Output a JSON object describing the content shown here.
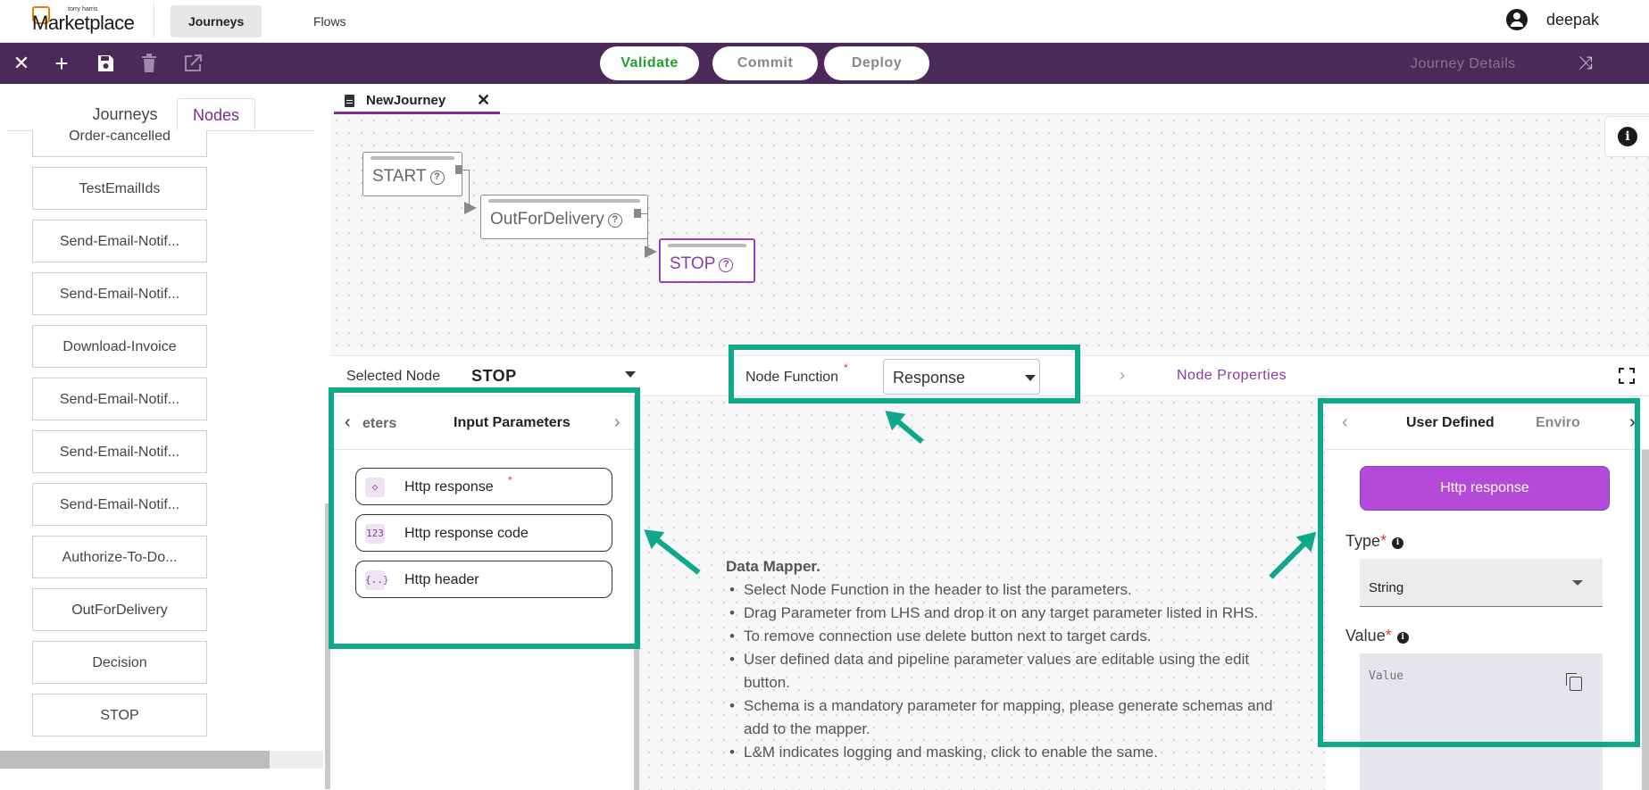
{
  "brand": {
    "logo_small": "torry harris",
    "logo_text": "Marketplace"
  },
  "topnav": {
    "tabs": [
      {
        "label": "Journeys",
        "active": true
      },
      {
        "label": "Flows",
        "active": false
      }
    ],
    "user": "deepak"
  },
  "toolbar": {
    "icons": [
      "close-icon",
      "add-icon",
      "save-icon",
      "trash-icon",
      "external-link-icon"
    ],
    "validate_label": "Validate",
    "commit_label": "Commit",
    "deploy_label": "Deploy",
    "journey_details_label": "Journey Details",
    "colors": {
      "bar": "#4b2a59",
      "validate_text": "#22a02d"
    }
  },
  "left_panel": {
    "tabs": {
      "journeys": "Journeys",
      "nodes": "Nodes"
    },
    "active_tab": "Nodes",
    "nodes": [
      "Order-cancelled",
      "TestEmailIds",
      "Send-Email-Notif...",
      "Send-Email-Notif...",
      "Download-Invoice",
      "Send-Email-Notif...",
      "Send-Email-Notif...",
      "Send-Email-Notif...",
      "Authorize-To-Do...",
      "OutForDelivery",
      "Decision",
      "STOP"
    ]
  },
  "editor": {
    "file_tab": "NewJourney",
    "close_label": "✕",
    "flow_nodes": {
      "start": "START",
      "out_for_delivery": "OutForDelivery",
      "stop": "STOP",
      "help_glyph": "?"
    }
  },
  "node_bar": {
    "selected_node_label": "Selected Node",
    "selected_node_value": "STOP",
    "node_function_label": "Node Function",
    "required_mark": "*",
    "node_function_value": "Response",
    "node_properties_label": "Node Properties",
    "chevron": "›"
  },
  "lhs": {
    "prev_glyph": "‹",
    "next_glyph": "›",
    "tab_partial": "eters",
    "tab_active": "Input Parameters",
    "params": [
      {
        "label": "Http response",
        "icon": "◇",
        "required": true
      },
      {
        "label": "Http response code",
        "icon": "123",
        "required": false
      },
      {
        "label": "Http header",
        "icon": "{..}",
        "required": false
      }
    ]
  },
  "instructions": {
    "title": "Data Mapper.",
    "items": [
      "Select Node Function in the header to list the parameters.",
      "Drag Parameter from LHS and drop it on any target parameter listed in RHS.",
      "To remove connection use delete button next to target cards.",
      "User defined data and pipeline parameter values are editable using the edit button.",
      "Schema is a mandatory parameter for mapping, please generate schemas and add to the mapper.",
      "L&M indicates logging and masking, click to enable the same."
    ]
  },
  "rhs": {
    "prev_glyph": "‹",
    "next_glyph": "›",
    "tab_active": "User Defined",
    "tab_partial": "Enviro",
    "button_label": "Http response",
    "type_label": "Type",
    "type_value": "String",
    "value_label": "Value",
    "value_placeholder": "Value",
    "required_mark": "*",
    "info_glyph": "i"
  },
  "canvas": {
    "info_glyph": "i"
  },
  "highlight_color": "#10a88a"
}
